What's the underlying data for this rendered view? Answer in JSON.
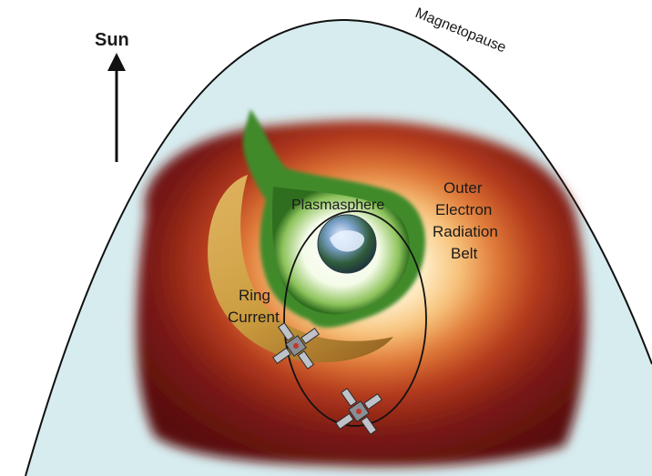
{
  "labels": {
    "sun": "Sun",
    "magnetopause": "Magnetopause",
    "plasmasphere": "Plasmasphere",
    "outer_belt_line1": "Outer",
    "outer_belt_line2": "Electron",
    "outer_belt_line3": "Radiation",
    "outer_belt_line4": "Belt",
    "ring_current_line1": "Ring",
    "ring_current_line2": "Current"
  },
  "colors": {
    "magnetosphere_fill": "#d7ecef",
    "belt_outer": "#5a0f0f",
    "belt_mid": "#b8351c",
    "belt_inner": "#f3a560",
    "belt_core": "#fff3d8",
    "plasmasphere_green": "#3f8a2a",
    "ring_current": "#c9a042",
    "orbit_line": "#111111",
    "text": "#1a1a1a"
  },
  "icons": [
    "up-arrow-icon",
    "earth-icon",
    "spacecraft-icon"
  ]
}
